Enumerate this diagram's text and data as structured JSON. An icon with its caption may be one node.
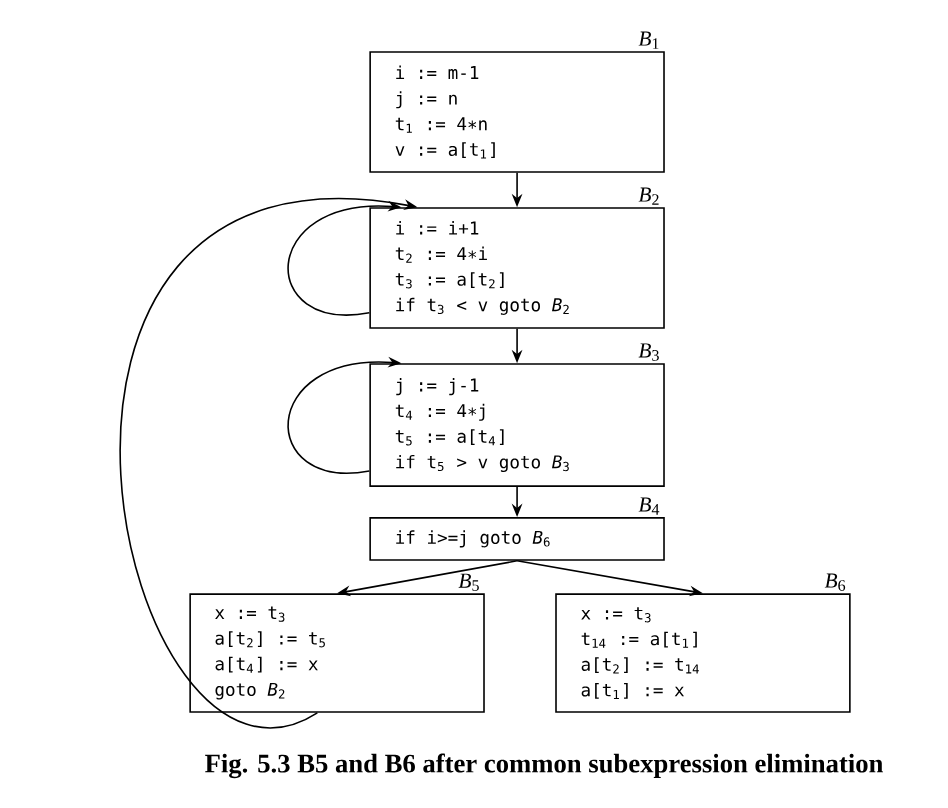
{
  "diagram": {
    "caption": "Fig. 5.3 B5 and B6 after common subexpression elimination",
    "nodes": [
      {
        "text": [
          "*B*$_{1}$",
          "i := m-1",
          "j := n",
          "t$_{1}$ := 4∗n",
          "v := a[t$_{1}$]"
        ]
      },
      {
        "text": [
          "*B*$_{2}$",
          "i := i+1",
          "t$_{2}$ := 4∗i",
          "t$_{3}$ := a[t$_{2}$]",
          "if t$_{3}$ < v goto *B*$_{2}$"
        ]
      },
      {
        "text": [
          "*B*$_{3}$",
          "j := j-1",
          "t$_{4}$ := 4∗j",
          "t$_{5}$ := a[t$_{4}$]",
          "if t$_{5}$ > v goto *B*$_{3}$"
        ]
      },
      {
        "text": [
          "*B*$_{4}$",
          "if i>=j goto *B*$_{6}$"
        ]
      },
      {
        "text": [
          "*B*$_{5}$",
          "x := t$_{3}$",
          "a[t$_{2}$] := t$_{5}$",
          "a[t$_{4}$] := x",
          "goto *B*$_{2}$"
        ]
      },
      {
        "text": [
          "*B*$_{6}$",
          "x := t$_{3}$",
          "t$_{14}$ := a[t$_{1}$]",
          "a[t$_{2}$] := t$_{14}$",
          "a[t$_{1}$] := x"
        ]
      }
    ],
    "edges": [
      {
        "from": 0,
        "to": 1,
        "arrow": "to"
      },
      {
        "from": 1,
        "to": 1,
        "arrow": "to"
      },
      {
        "from": 1,
        "to": 2,
        "arrow": "to"
      },
      {
        "from": 2,
        "to": 2,
        "arrow": "to"
      },
      {
        "from": 2,
        "to": 3,
        "arrow": "to"
      },
      {
        "from": 3,
        "to": 4,
        "arrow": "to"
      },
      {
        "from": 3,
        "to": 5,
        "arrow": "to"
      },
      {
        "from": 4,
        "to": 1,
        "arrow": "to"
      }
    ]
  }
}
